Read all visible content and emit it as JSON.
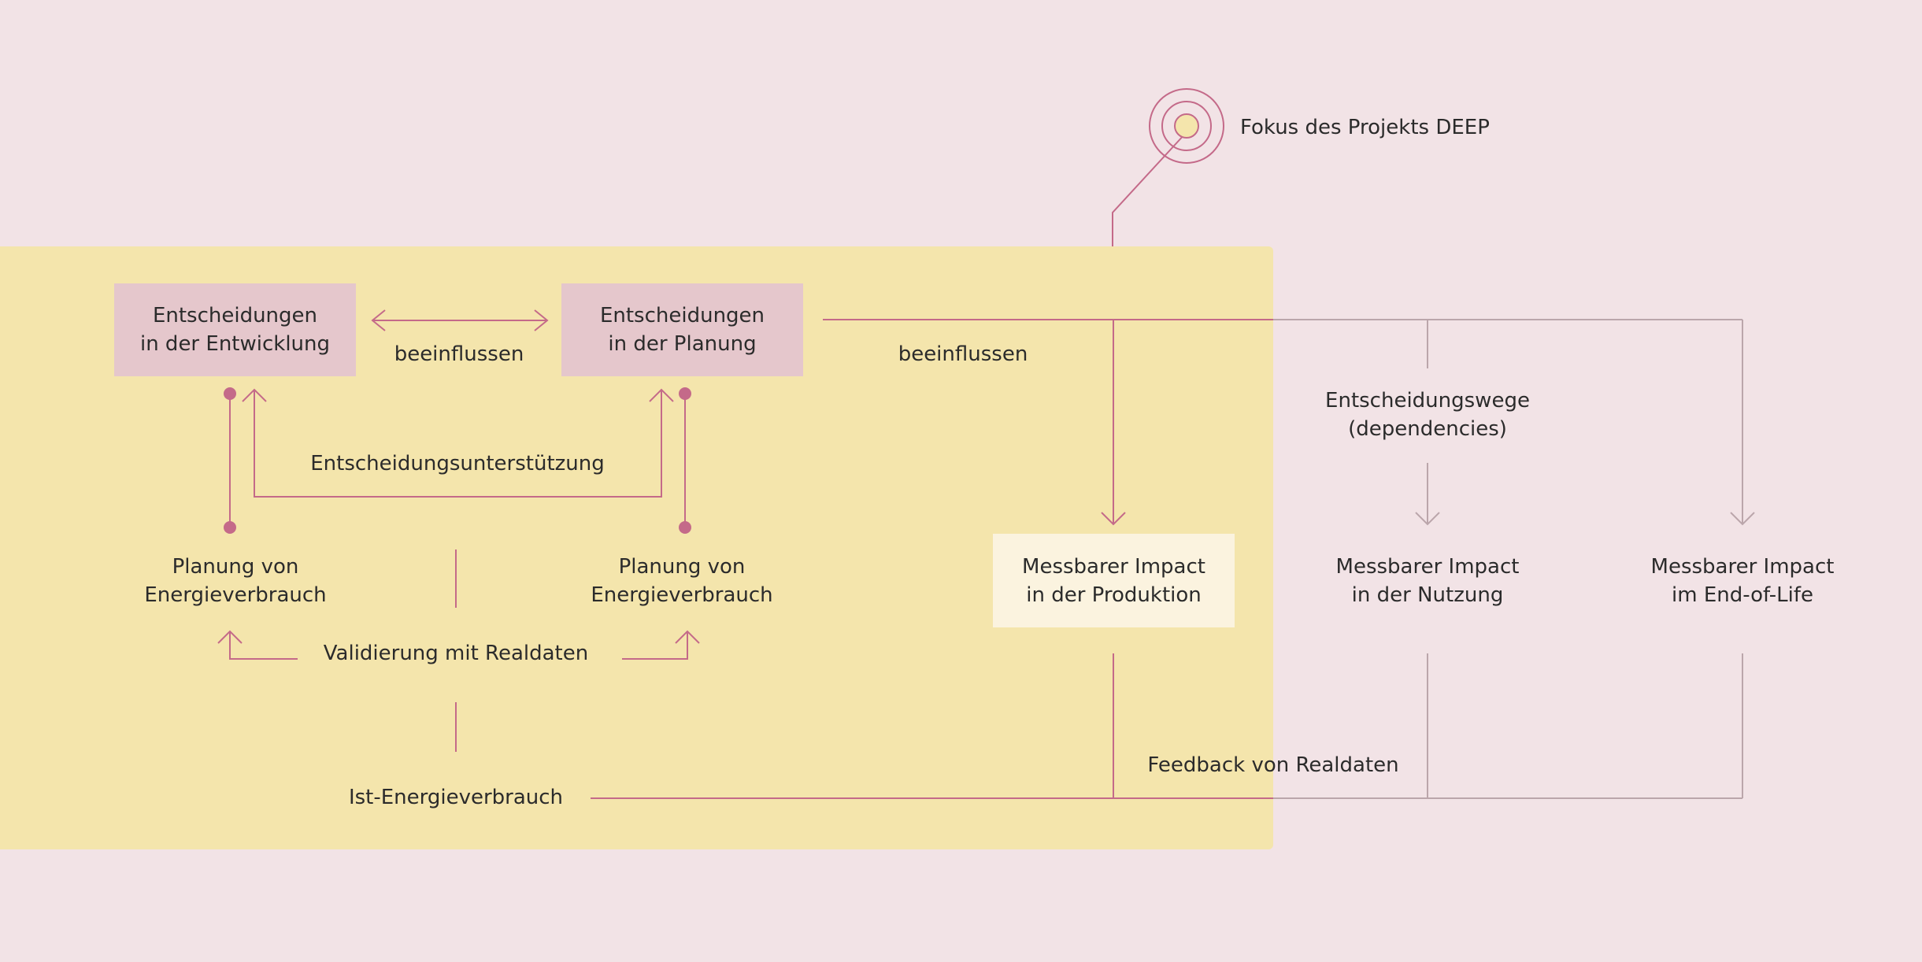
{
  "colors": {
    "background": "#f2e3e6",
    "focus_area": "#f4e5ac",
    "box_pink": "#e5c7cc",
    "box_light": "#fbf3df",
    "line_accent": "#c46a89",
    "line_muted": "#bba6ab"
  },
  "legend": {
    "focus_label": "Fokus des Projekts DEEP",
    "icon": "target-icon"
  },
  "nodes": {
    "decision_development": {
      "line1": "Entscheidungen",
      "line2": "in der Entwicklung"
    },
    "decision_planning": {
      "line1": "Entscheidungen",
      "line2": "in der Planung"
    },
    "planning_energy_left": {
      "line1": "Planung von",
      "line2": "Energieverbrauch"
    },
    "planning_energy_right": {
      "line1": "Planung von",
      "line2": "Energieverbrauch"
    },
    "impact_production": {
      "line1": "Messbarer Impact",
      "line2": "in der Produktion"
    },
    "impact_use": {
      "line1": "Messbarer Impact",
      "line2": "in der Nutzung"
    },
    "impact_eol": {
      "line1": "Messbarer Impact",
      "line2": "im End-of-Life"
    },
    "actual_energy": "Ist-Energieverbrauch"
  },
  "edge_labels": {
    "influence_1": "beeinflussen",
    "influence_2": "beeinflussen",
    "decision_support": "Entscheidungsunterstützung",
    "validation": "Validierung mit Realdaten",
    "decision_paths_line1": "Entscheidungswege",
    "decision_paths_line2": "(dependencies)",
    "feedback": "Feedback von Realdaten"
  }
}
